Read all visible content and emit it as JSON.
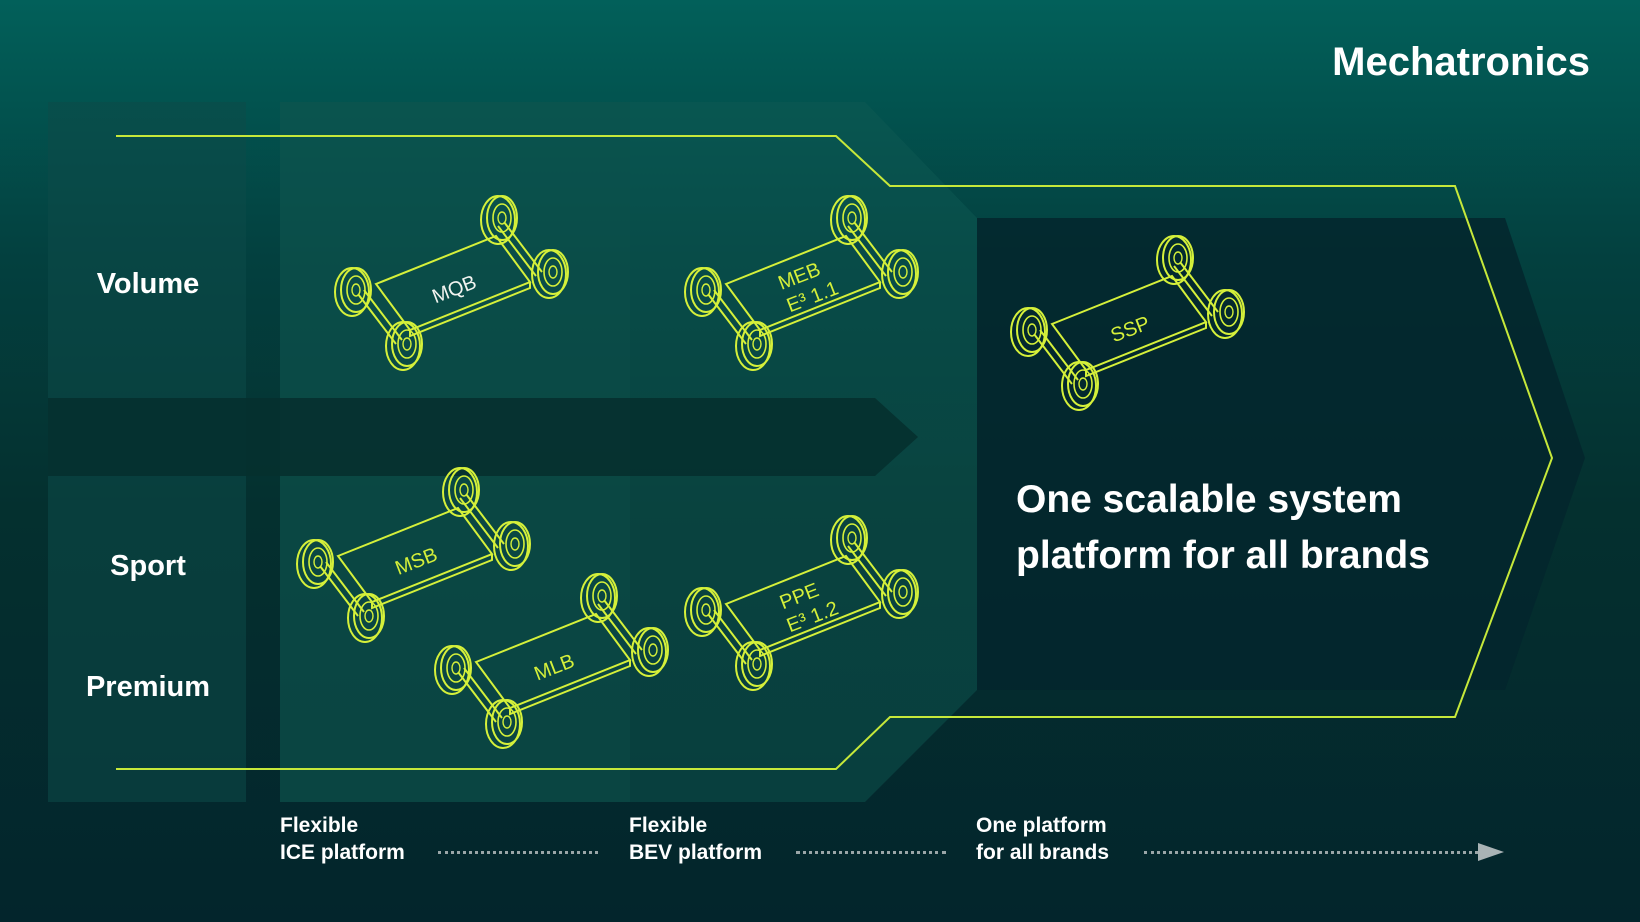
{
  "title": "Mechatronics",
  "rows": {
    "volume": "Volume",
    "sport": "Sport",
    "premium": "Premium"
  },
  "platforms": {
    "mqb": "MQB",
    "meb_line1": "MEB",
    "meb_line2": "E³ 1.1",
    "msb": "MSB",
    "mlb": "MLB",
    "ppe_line1": "PPE",
    "ppe_line2": "E³ 1.2",
    "ssp": "SSP"
  },
  "headline": {
    "line1": "One scalable system",
    "line2": "platform for all brands"
  },
  "stages": {
    "ice": {
      "line1": "Flexible",
      "line2": "ICE platform"
    },
    "bev": {
      "line1": "Flexible",
      "line2": "BEV platform"
    },
    "one": {
      "line1": "One platform",
      "line2": "for all brands"
    }
  },
  "colors": {
    "accent_line": "#c6e83a",
    "chassis": "#d5f03a",
    "text": "#ffffff"
  },
  "icons": [
    "chassis-icon",
    "arrow-right-icon"
  ]
}
